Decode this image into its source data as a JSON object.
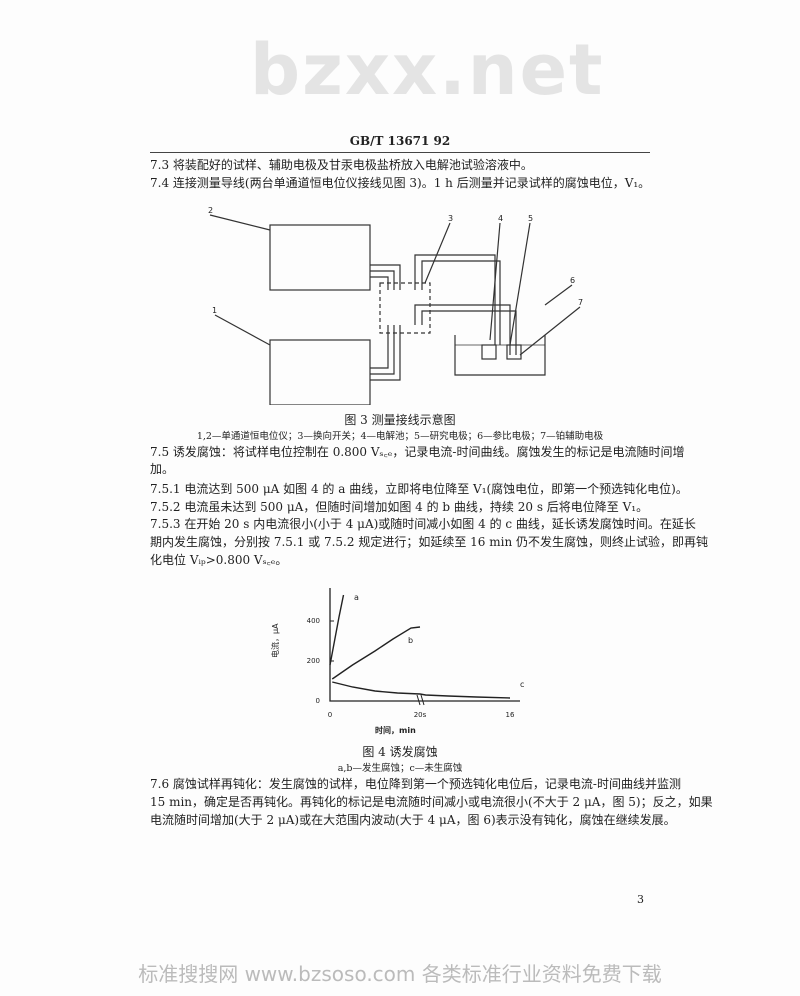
{
  "watermark": "bzxx.net",
  "header": "GB/T 13671  92",
  "paragraphs": {
    "p7_3": "7.3  将装配好的试样、辅助电极及甘汞电极盐桥放入电解池试验溶液中。",
    "p7_4": "7.4  连接测量导线(两台单通道恒电位仪接线见图 3)。1 h 后测量并记录试样的腐蚀电位，V₁。",
    "p7_5a": "7.5  诱发腐蚀：将试样电位控制在 0.800 Vₛ꜀ₑ，记录电流-时间曲线。腐蚀发生的标记是电流随时间增",
    "p7_5b": "加。",
    "p7_5_1": "7.5.1  电流达到 500 μA 如图 4 的 a 曲线，立即将电位降至 V₁(腐蚀电位，即第一个预选钝化电位)。",
    "p7_5_2": "7.5.2  电流虽未达到 500 μA，但随时间增加如图 4 的 b 曲线，持续 20 s 后将电位降至 V₁。",
    "p7_5_3a": "7.5.3  在开始 20 s 内电流很小(小于 4 μA)或随时间减小如图 4 的 c 曲线，延长诱发腐蚀时间。在延长",
    "p7_5_3b": "期内发生腐蚀，分别按 7.5.1 或 7.5.2 规定进行；如延续至 16 min 仍不发生腐蚀，则终止试验，即再钝",
    "p7_5_3c": "化电位 Vᵢₚ>0.800 Vₛ꜀ₑ。",
    "p7_6a": "7.6  腐蚀试样再钝化：发生腐蚀的试样，电位降到第一个预选钝化电位后，记录电流-时间曲线并监测",
    "p7_6b": "15 min，确定是否再钝化。再钝化的标记是电流随时间减小或电流很小(不大于 2 μA，图 5)；反之，如果",
    "p7_6c": "电流随时间增加(大于 2 μA)或在大范围内波动(大于 4 μA，图 6)表示没有钝化，腐蚀在继续发展。"
  },
  "figure3": {
    "labels": [
      "1",
      "2",
      "3",
      "4",
      "5",
      "6",
      "7"
    ],
    "caption": "图 3  测量接线示意图",
    "legend": "1,2—单通道恒电位仪；3—换向开关；4—电解池；5—研究电极；6—参比电极；7—铂辅助电极"
  },
  "figure4": {
    "caption": "图 4  诱发腐蚀",
    "legend": "a,b—发生腐蚀；c—未生腐蚀"
  },
  "chart_data": {
    "type": "line",
    "title": "图 4  诱发腐蚀",
    "xlabel": "时间，min",
    "ylabel": "电流，μA",
    "yticks": [
      "0",
      "200",
      "400"
    ],
    "xticks": [
      "0",
      "20s",
      "16"
    ],
    "ylim": [
      0,
      530
    ],
    "series": [
      {
        "name": "a",
        "x_seconds": [
          0,
          1,
          2,
          3
        ],
        "values": [
          180,
          300,
          420,
          530
        ]
      },
      {
        "name": "b",
        "x_seconds": [
          0.5,
          5,
          10,
          14,
          18,
          20
        ],
        "values": [
          110,
          180,
          250,
          310,
          365,
          370
        ]
      },
      {
        "name": "c",
        "x_seconds": [
          0.5,
          5,
          10,
          15,
          20
        ],
        "values": [
          95,
          70,
          50,
          40,
          35
        ],
        "x_minutes_after_break": [
          1,
          5,
          10,
          16
        ],
        "values_after_break": [
          30,
          25,
          20,
          15
        ]
      }
    ]
  },
  "page_number": "3",
  "footer": "标准搜搜网 www.bzsoso.com 各类标准行业资料免费下载"
}
